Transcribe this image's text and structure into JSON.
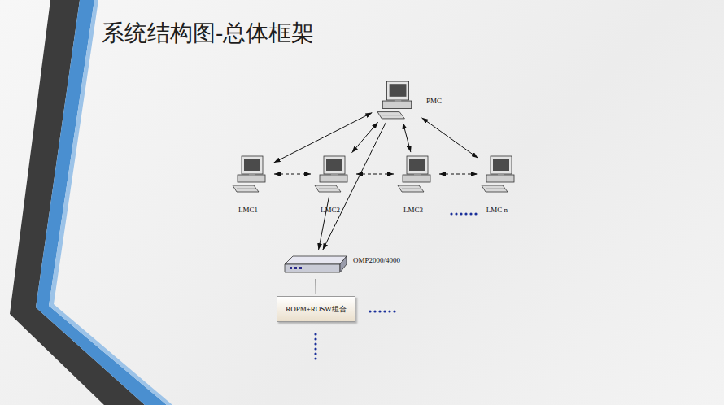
{
  "diagram": {
    "title": "系统结构图-总体框架",
    "nodes": [
      {
        "text": [
          "PMC"
        ]
      },
      {
        "text": [
          "LMC1"
        ]
      },
      {
        "text": [
          "LMC2"
        ]
      },
      {
        "text": [
          "LMC3"
        ]
      },
      {
        "text": [
          "LMC n"
        ]
      },
      {
        "text": [
          "OMP2000/4000"
        ]
      },
      {
        "text": [
          "ROPM+ROSW组合"
        ]
      }
    ],
    "edges": [
      {
        "from": 0,
        "to": 1,
        "arrow": "both"
      },
      {
        "from": 0,
        "to": 2,
        "arrow": "both"
      },
      {
        "from": 0,
        "to": 3,
        "arrow": "both"
      },
      {
        "from": 0,
        "to": 4,
        "arrow": "both"
      },
      {
        "from": 0,
        "to": 5,
        "arrow": "to"
      },
      {
        "from": 2,
        "to": 5,
        "arrow": "to"
      },
      {
        "from": 1,
        "to": 2,
        "arrow": "both"
      },
      {
        "from": 2,
        "to": 3,
        "arrow": "both"
      },
      {
        "from": 3,
        "to": 4,
        "arrow": "both"
      },
      {
        "from": 5,
        "to": 6,
        "arrow": "none"
      }
    ]
  }
}
